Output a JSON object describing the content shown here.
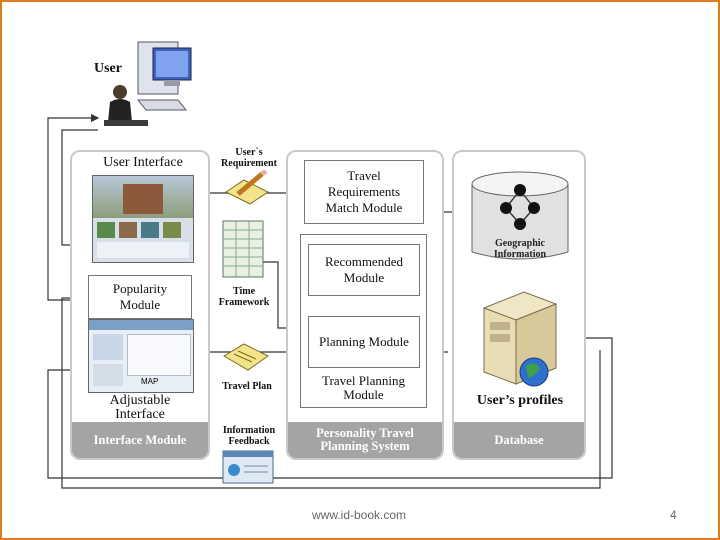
{
  "diagram": {
    "user_label": "User",
    "columns": {
      "interface": "Interface Module",
      "planning_line1": "Personality Travel",
      "planning_line2": "Planning System",
      "database": "Database"
    },
    "user_interface_label": "User Interface",
    "popularity_line1": "Popularity",
    "popularity_line2": "Module",
    "adjustable_line1": "Adjustable",
    "adjustable_line2": "Interface",
    "users_requirement_line1": "User`s",
    "users_requirement_line2": "Requirement",
    "time_framework_line1": "Time",
    "time_framework_line2": "Framework",
    "travel_plan": "Travel Plan",
    "information_feedback_line1": "Information",
    "information_feedback_line2": "Feedback",
    "travel_requirements_line1": "Travel",
    "travel_requirements_line2": "Requirements",
    "travel_requirements_line3": "Match Module",
    "recommended_line1": "Recommended",
    "recommended_line2": "Module",
    "planning_module": "Planning Module",
    "travel_planning_line1": "Travel Planning",
    "travel_planning_line2": "Module",
    "geographic_line1": "Geographic",
    "geographic_line2": "Information",
    "users_profiles": "User’s profiles",
    "map_word": "MAP"
  },
  "footer": {
    "source": "www.id-book.com",
    "page_number": "4"
  },
  "colors": {
    "frame": "#e07b21",
    "column_footer": "#a4a4a4",
    "arrow": "#333333"
  }
}
